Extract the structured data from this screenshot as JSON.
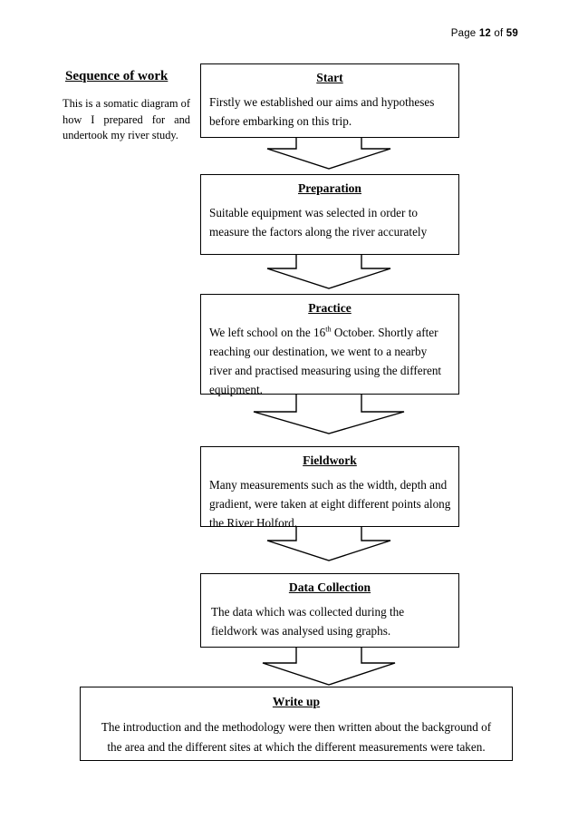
{
  "header": {
    "prefix": "Page ",
    "page_number": "12",
    "middle": " of ",
    "total_pages": "59"
  },
  "sidebar": {
    "heading": "Sequence of work",
    "paragraph": "This is a somatic diagram of how I prepared for and undertook my river study."
  },
  "flow": {
    "steps": [
      {
        "title": "Start",
        "body": "Firstly we established our aims and hypotheses before embarking on this trip."
      },
      {
        "title": "Preparation",
        "body": "Suitable equipment was selected in order to measure the factors along the river accurately"
      },
      {
        "title": "Practice",
        "body_before_sup": "We left school on the 16",
        "body_sup": "th",
        "body_after_sup": " October. Shortly after reaching our destination, we went to a nearby river and practised measuring using the different equipment."
      },
      {
        "title": "Fieldwork",
        "body": "Many measurements such as the width, depth and gradient, were taken at eight different points along the River Holford."
      },
      {
        "title": "Data Collection",
        "body": "The data which was collected during the fieldwork was analysed using graphs."
      },
      {
        "title": "Write up",
        "body": "The introduction and the methodology were then written about the background of the area and the different sites at which the different measurements were taken."
      }
    ]
  },
  "colors": {
    "ink": "#000000",
    "paper": "#ffffff"
  }
}
